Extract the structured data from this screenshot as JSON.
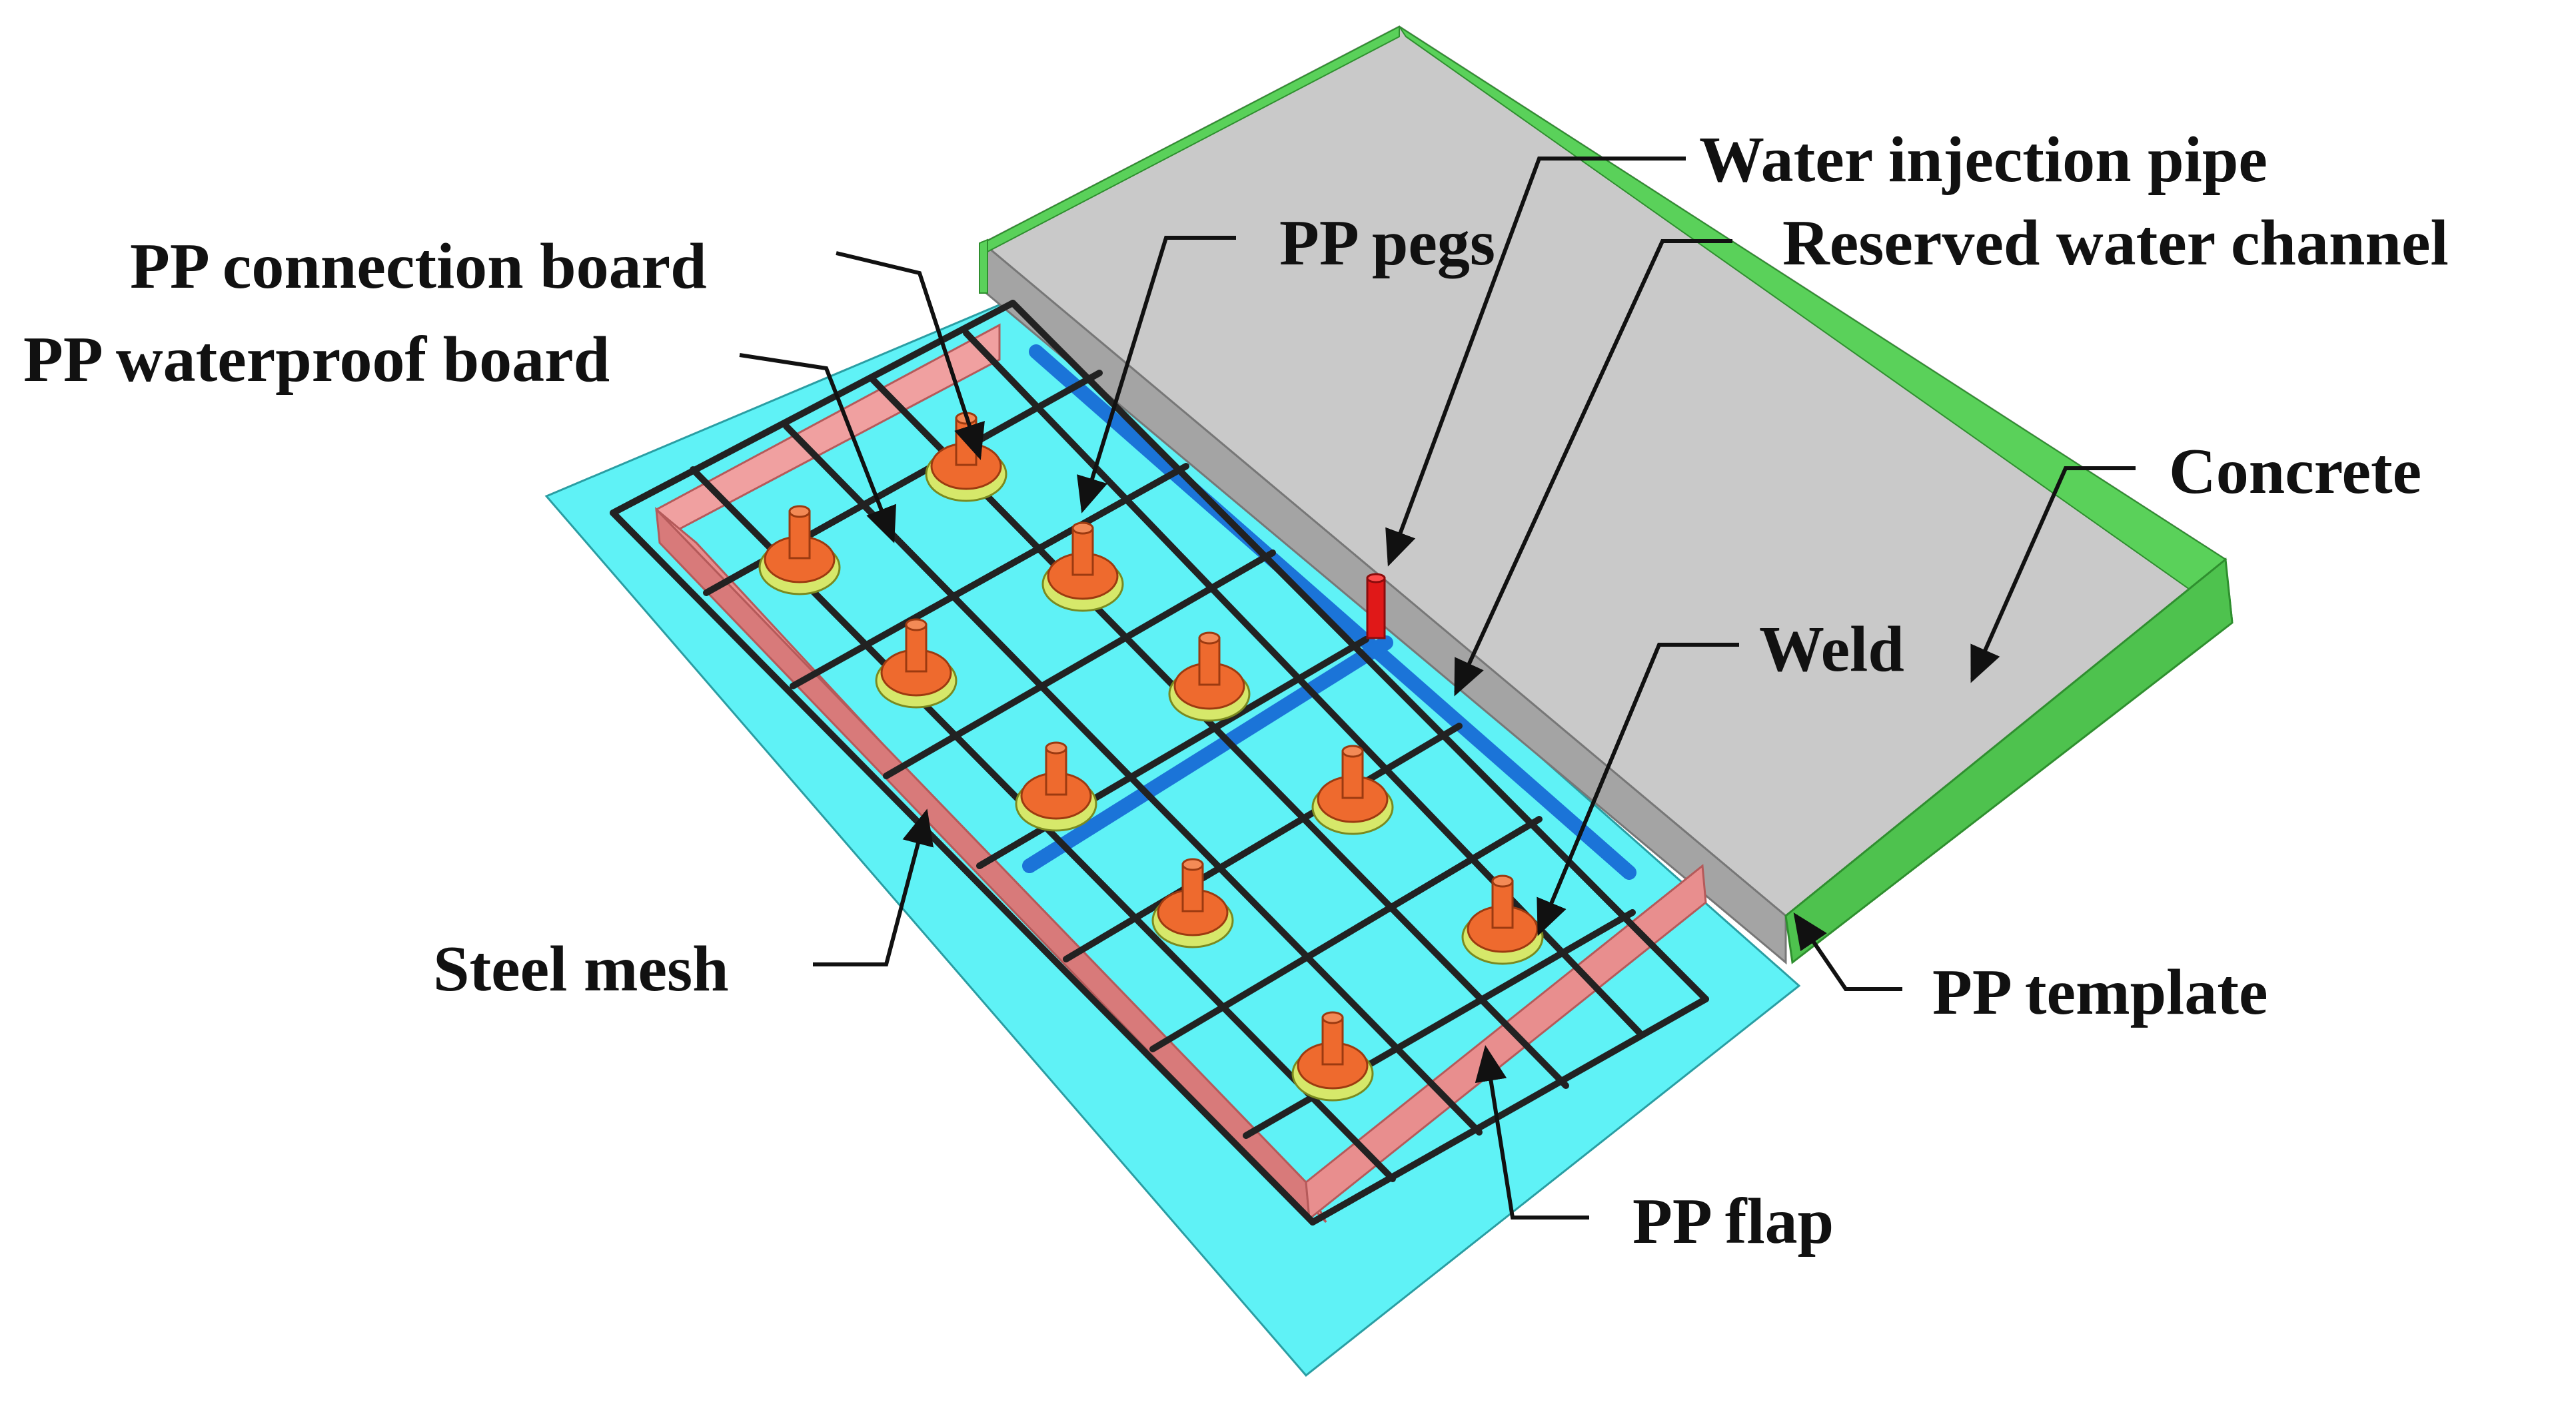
{
  "labels": {
    "water_injection_pipe": "Water injection pipe",
    "reserved_water_channel": "Reserved water channel",
    "pp_connection_board": "PP connection board",
    "pp_pegs": "PP pegs",
    "pp_waterproof_board": "PP waterproof board",
    "concrete": "Concrete",
    "weld": "Weld",
    "steel_mesh": "Steel mesh",
    "pp_template": "PP template",
    "pp_flap": "PP flap"
  },
  "colors": {
    "waterproof_board": "#5ff2f6",
    "concrete_top": "#c8c8c8",
    "concrete_side": "#9a9a9a",
    "pp_template": "#5ad15a",
    "pp_flap": "#e88e8e",
    "water_channel": "#1b74d8",
    "injection_pipe": "#e01818",
    "peg": "#ee6a2e",
    "weld": "#d6e86a",
    "steel_mesh": "#222222"
  }
}
